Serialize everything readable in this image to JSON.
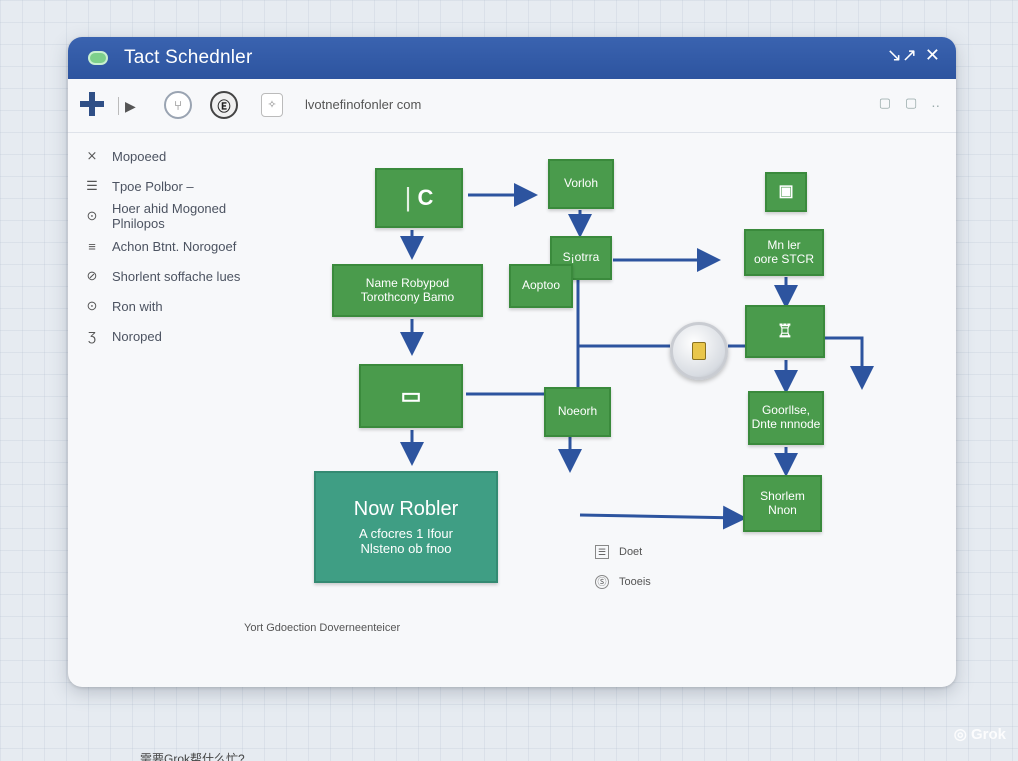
{
  "window": {
    "title": "Tact Schednler",
    "controls": [
      "↘↗",
      "✕"
    ]
  },
  "toolbar": {
    "play": "▶",
    "tool1": "⑂",
    "tool2": "Ⓔ",
    "small": "✧",
    "url": "lvotnefinofonler com",
    "right_icons": [
      "▢",
      "▢",
      "․․"
    ]
  },
  "sidebar": {
    "items": [
      {
        "icon": "⨯",
        "label": "Mopoeed"
      },
      {
        "icon": "☰",
        "label": "Tpoe Polbor –"
      },
      {
        "icon": "⊙",
        "label": "Hoer ahid Mogoned Plnilopos"
      },
      {
        "icon": "≡",
        "label": "Achon Btnt. Norogoef"
      },
      {
        "icon": "⊘",
        "label": "Shorlent soffache lues"
      },
      {
        "icon": "⊙",
        "label": "Ron with"
      },
      {
        "icon": "Ʒ",
        "label": "Noroped"
      }
    ]
  },
  "diagram": {
    "nodes": {
      "c": "C",
      "vorloh": "Vorloh",
      "sotrra": "S¡otrra",
      "aopteo": "Aoptoo",
      "name_robuped": "Name Robypod\nTorothcony Bamo",
      "monitor": "▭",
      "noeorh": "Noeorh",
      "now_robler_title": "Now  Robler",
      "now_robler_sub": "A cfocres 1 Ifour\nNlsteno ob fnoo",
      "top_right": "▣",
      "mn_ler": "Mn ler\noore STCR",
      "right_glyph": "♖",
      "goorlse": "Goorllse,\nDnte nnnode",
      "shorlem": "Shorlem\nNnon"
    }
  },
  "legend": {
    "items": [
      {
        "icon": "☰",
        "label": "Doet"
      },
      {
        "icon": "Ⓢ",
        "label": "Tooeis"
      }
    ]
  },
  "footer": {
    "text": "Yort Gdoection Doverneenteicer"
  },
  "watermark": "◎ Grok",
  "cropped_text": "需要Grok帮什么忙?"
}
